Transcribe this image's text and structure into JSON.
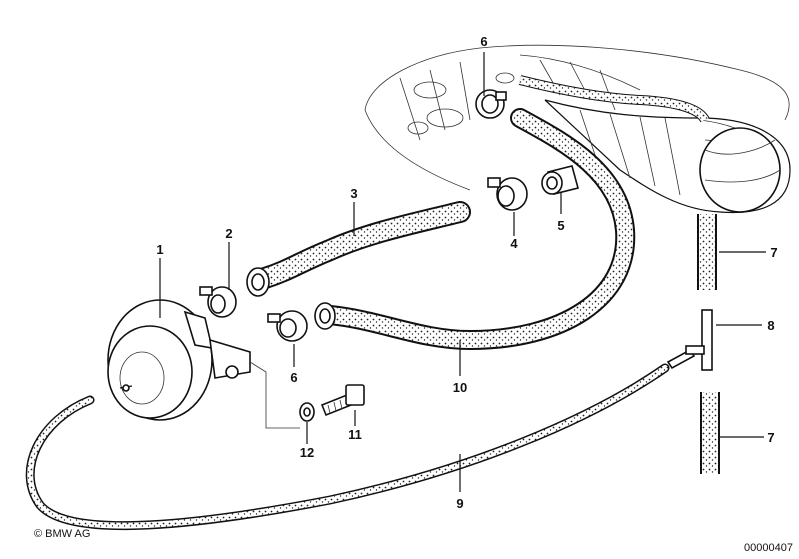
{
  "copyright": "© BMW AG",
  "diagram_id": "00000407",
  "callouts": [
    "1",
    "2",
    "3",
    "4",
    "5",
    "6",
    "6",
    "7",
    "7",
    "8",
    "9",
    "10",
    "11",
    "12"
  ]
}
